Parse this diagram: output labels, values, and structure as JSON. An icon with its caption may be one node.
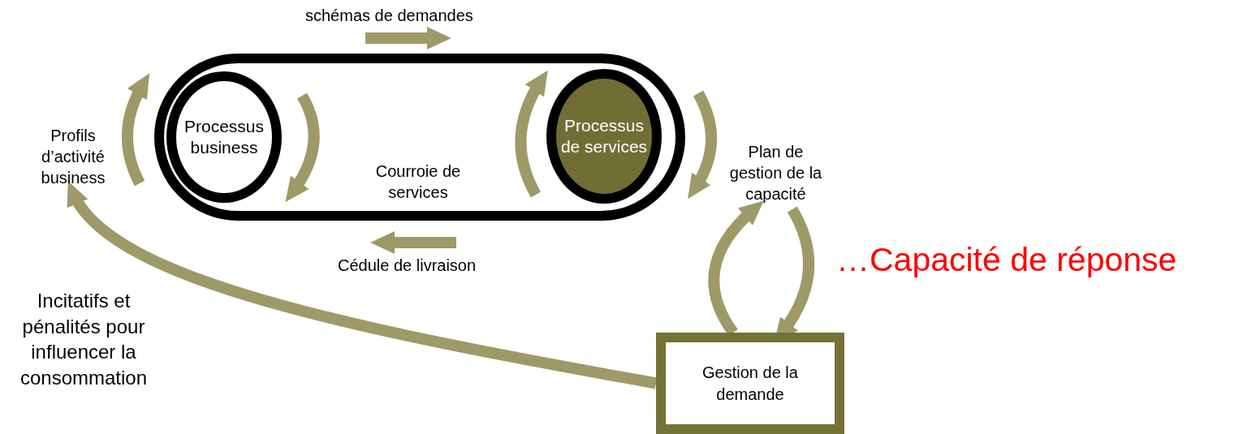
{
  "diagram": {
    "nodes": [
      {
        "text": [
          "Courroie de services"
        ]
      },
      {
        "text": [
          "Processus business"
        ],
        "in": 0
      },
      {
        "text": [
          "Processus de services"
        ],
        "in": 0
      },
      {
        "text": [
          "Profils d’activité business"
        ]
      },
      {
        "text": [
          "Plan de gestion de la capacité"
        ]
      },
      {
        "text": [
          "Gestion de la demande"
        ]
      }
    ],
    "edges": [
      {
        "from": 5,
        "to": 3,
        "arrow": "to",
        "label": "Incitatifs et pénalités pour influencer la consommation"
      },
      {
        "from": 5,
        "to": 4,
        "arrow": "to"
      },
      {
        "from": 4,
        "to": 5,
        "arrow": "to"
      }
    ],
    "labels": [
      "schémas de demandes",
      "Cédule de livraison",
      "…Capacité de réponse"
    ]
  }
}
